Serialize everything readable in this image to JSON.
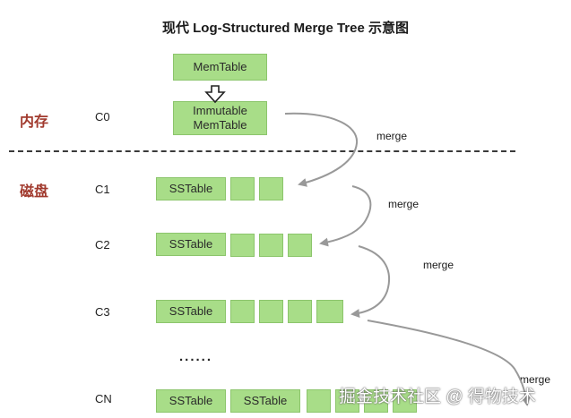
{
  "title": "现代 Log-Structured Merge Tree 示意图",
  "regions": {
    "memory": "内存",
    "disk": "磁盘"
  },
  "levels": [
    "C0",
    "C1",
    "C2",
    "C3",
    "CN"
  ],
  "boxes": {
    "memtable": "MemTable",
    "immutable_line1": "Immutable",
    "immutable_line2": "MemTable",
    "sstable": "SSTable"
  },
  "merge_label": "merge",
  "ellipsis": "......",
  "watermark": "掘金技术社区 @ 得物技术",
  "colors": {
    "box_fill": "#a8dd88",
    "region_text": "#a13a2e",
    "arrow": "#999999"
  }
}
